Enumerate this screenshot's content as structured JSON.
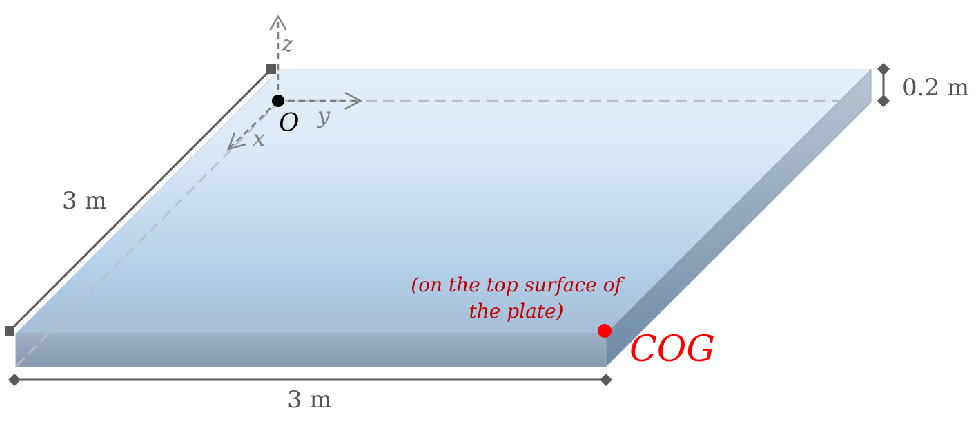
{
  "labels": {
    "axis_x": "x",
    "axis_y": "y",
    "axis_z": "z",
    "origin": "O",
    "thickness": "0.2 m",
    "depth": "3 m",
    "width": "3 m",
    "note_line1": "(on the top surface of",
    "note_line2": "the plate)",
    "cog": "COG"
  },
  "colors": {
    "cog": "#ff0000",
    "note": "#c00000",
    "dimension": "#555555",
    "axis": "#808080",
    "origin": "#000000"
  }
}
